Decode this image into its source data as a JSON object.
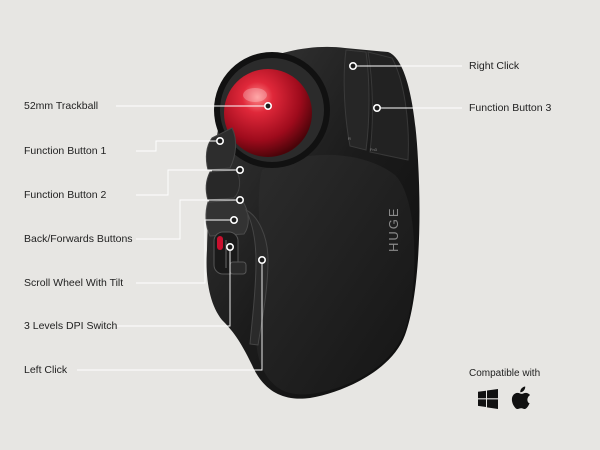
{
  "callouts": {
    "trackball": "52mm Trackball",
    "fn1": "Function Button 1",
    "fn2": "Function Button 2",
    "back_forward": "Back/Forwards Buttons",
    "scroll": "Scroll Wheel With Tilt",
    "dpi": "3 Levels DPI Switch",
    "left_click": "Left Click",
    "right_click": "Right Click",
    "fn3": "Function Button 3"
  },
  "compatibility": {
    "heading": "Compatible with",
    "os_icons": [
      "windows-icon",
      "apple-icon"
    ]
  },
  "product": {
    "brand_mark": "HUGE",
    "button_small_text": [
      "R",
      "Fn3"
    ]
  },
  "colors": {
    "background": "#e7e6e3",
    "body": "#1d1d1d",
    "trackball": "#c8102e",
    "callout_line": "#ffffff"
  }
}
